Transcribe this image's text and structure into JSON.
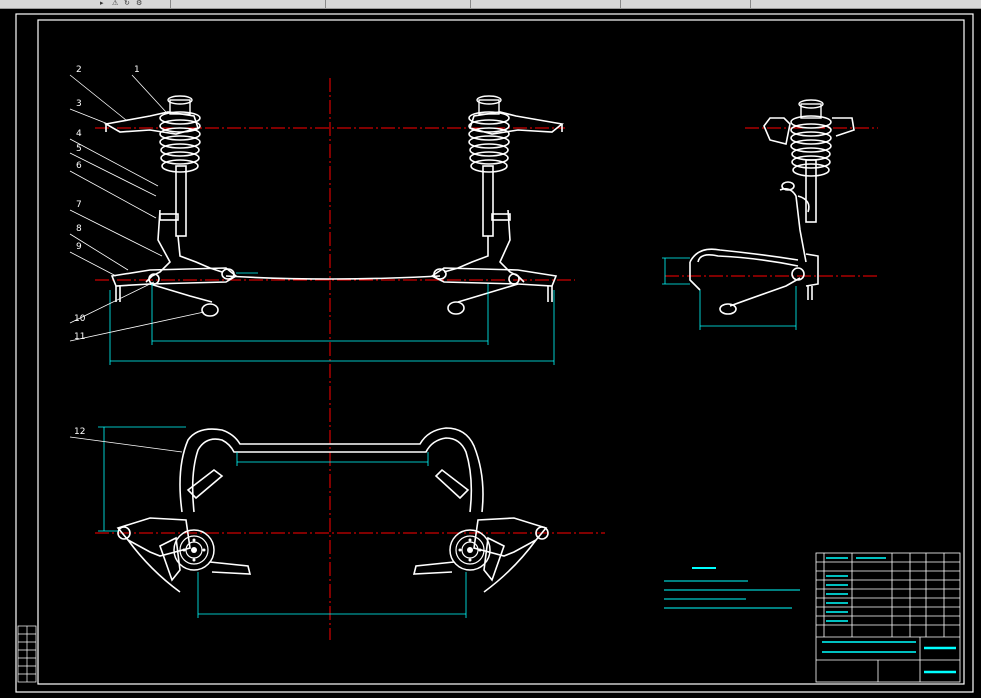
{
  "app": {
    "toolbar_icons": [
      "nav-arrow-icon",
      "warning-icon",
      "refresh-icon",
      "settings-icon"
    ]
  },
  "drawing": {
    "balloons": [
      "1",
      "2",
      "3",
      "4",
      "5",
      "6",
      "7",
      "8",
      "9",
      "10",
      "11",
      "12"
    ],
    "colors": {
      "background": "#000000",
      "frame": "#ffffff",
      "centerline": "#ff0000",
      "dimension": "#00ffff",
      "part": "#ffffff",
      "notes": "#00ffff"
    }
  }
}
